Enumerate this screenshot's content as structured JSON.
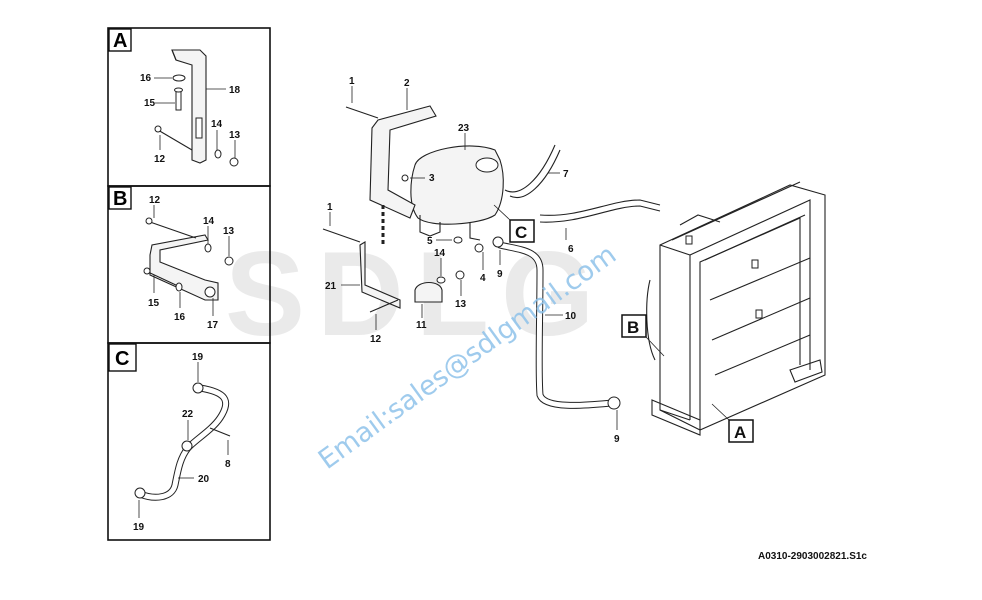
{
  "watermark": {
    "logo": "SDLG",
    "email": "Email:sales@sdlgmail.com"
  },
  "panels": [
    {
      "id": "A",
      "label": "A"
    },
    {
      "id": "B",
      "label": "B"
    },
    {
      "id": "C",
      "label": "C"
    }
  ],
  "panel_a_callouts": {
    "c16": "16",
    "c15": "15",
    "c18": "18",
    "c12": "12",
    "c14": "14",
    "c13": "13"
  },
  "panel_b_callouts": {
    "c12": "12",
    "c14": "14",
    "c13": "13",
    "c15": "15",
    "c16": "16",
    "c17": "17"
  },
  "panel_c_callouts": {
    "c19a": "19",
    "c22": "22",
    "c8": "8",
    "c20": "20",
    "c19b": "19"
  },
  "main_callouts": {
    "c1a": "1",
    "c2": "2",
    "c23": "23",
    "c3": "3",
    "c7": "7",
    "c1b": "1",
    "c5": "5",
    "c14": "14",
    "c4": "4",
    "c9a": "9",
    "c6": "6",
    "c21": "21",
    "c13": "13",
    "c11": "11",
    "c12": "12",
    "c10": "10",
    "c9b": "9"
  },
  "view_boxes": {
    "c": "C",
    "b": "B",
    "a": "A"
  },
  "reference_code": "A0310-2903002821.S1c"
}
